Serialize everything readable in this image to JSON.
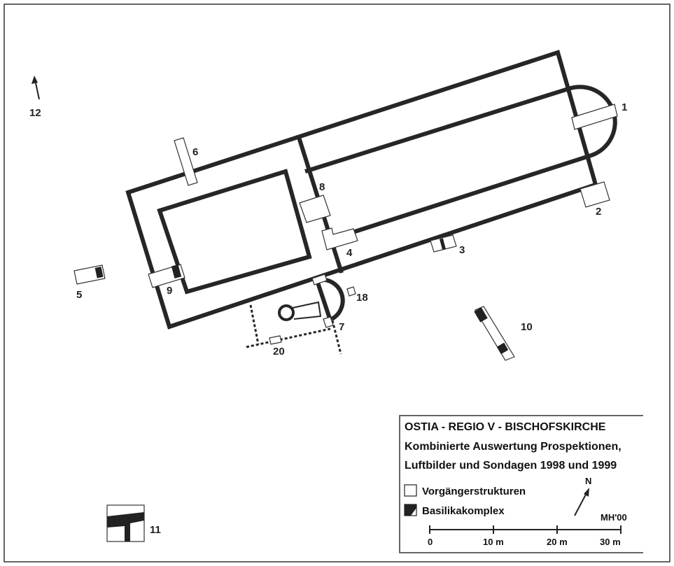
{
  "legend": {
    "title_lines": [
      "OSTIA - REGIO V - BISCHOFSKIRCHE",
      "Kombinierte Auswertung Prospektionen,",
      "Luftbilder und Sondagen 1998 und 1999"
    ],
    "items": [
      {
        "label": "Vorgängerstrukturen",
        "swatch": "white"
      },
      {
        "label": "Basilikakomplex",
        "swatch": "dark"
      }
    ],
    "north_label": "N",
    "author": "MH'00",
    "scale": {
      "ticks": [
        "0",
        "10 m",
        "20 m",
        "30 m"
      ]
    }
  },
  "labels": {
    "n1": "1",
    "n2": "2",
    "n3": "3",
    "n4": "4",
    "n5": "5",
    "n6": "6",
    "n7": "7",
    "n8": "8",
    "n9": "9",
    "n10": "10",
    "n11": "11",
    "n12": "12",
    "n18": "18",
    "n20": "20"
  },
  "colors": {
    "wall": "#262626",
    "frame": "#333333",
    "background": "#ffffff"
  }
}
